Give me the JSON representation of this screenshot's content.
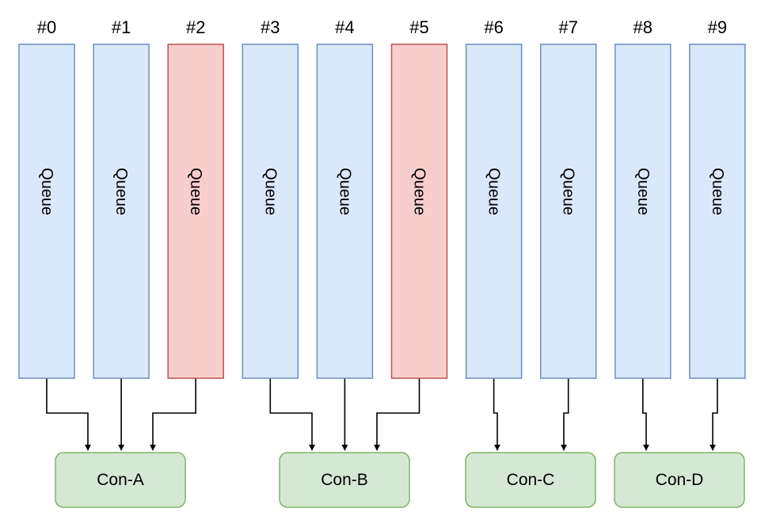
{
  "queues": [
    {
      "index_label": "#0",
      "label": "Queue",
      "highlighted": false
    },
    {
      "index_label": "#1",
      "label": "Queue",
      "highlighted": false
    },
    {
      "index_label": "#2",
      "label": "Queue",
      "highlighted": true
    },
    {
      "index_label": "#3",
      "label": "Queue",
      "highlighted": false
    },
    {
      "index_label": "#4",
      "label": "Queue",
      "highlighted": false
    },
    {
      "index_label": "#5",
      "label": "Queue",
      "highlighted": true
    },
    {
      "index_label": "#6",
      "label": "Queue",
      "highlighted": false
    },
    {
      "index_label": "#7",
      "label": "Queue",
      "highlighted": false
    },
    {
      "index_label": "#8",
      "label": "Queue",
      "highlighted": false
    },
    {
      "index_label": "#9",
      "label": "Queue",
      "highlighted": false
    }
  ],
  "consumers": [
    {
      "label": "Con-A",
      "queues": [
        0,
        1,
        2
      ]
    },
    {
      "label": "Con-B",
      "queues": [
        3,
        4,
        5
      ]
    },
    {
      "label": "Con-C",
      "queues": [
        6,
        7
      ]
    },
    {
      "label": "Con-D",
      "queues": [
        8,
        9
      ]
    }
  ],
  "colors": {
    "queue_fill": "#dae8fc",
    "queue_stroke": "#6c8ebf",
    "highlight_fill": "#f8cecc",
    "highlight_stroke": "#b85450",
    "consumer_fill": "#d5e8d4",
    "consumer_stroke": "#82b366",
    "edge": "#000000",
    "text": "#000000"
  }
}
